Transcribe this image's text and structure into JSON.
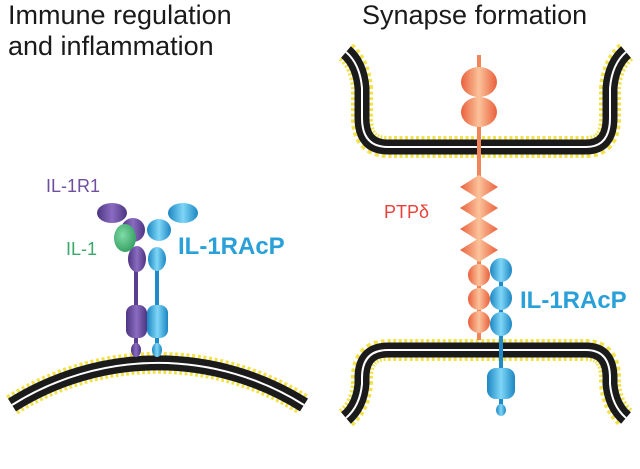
{
  "panels": {
    "left": {
      "title_line1": "Immune regulation",
      "title_line2": "and inflammation",
      "labels": {
        "il1r1": "IL-1R1",
        "il1": "IL-1",
        "il1racp": "IL-1RAcP"
      }
    },
    "right": {
      "title": "Synapse formation",
      "labels": {
        "ptpd": "PTPδ",
        "il1racp": "IL-1RAcP"
      }
    }
  },
  "colors": {
    "il1r1": "#6f4fa0",
    "il1": "#3aa86b",
    "il1racp": "#2aa0d8",
    "ptpd": "#e8413a",
    "ptpd_fill": "#f59a72",
    "membrane_bead": "#f0e04a",
    "membrane_core": "#1c1c1c"
  }
}
